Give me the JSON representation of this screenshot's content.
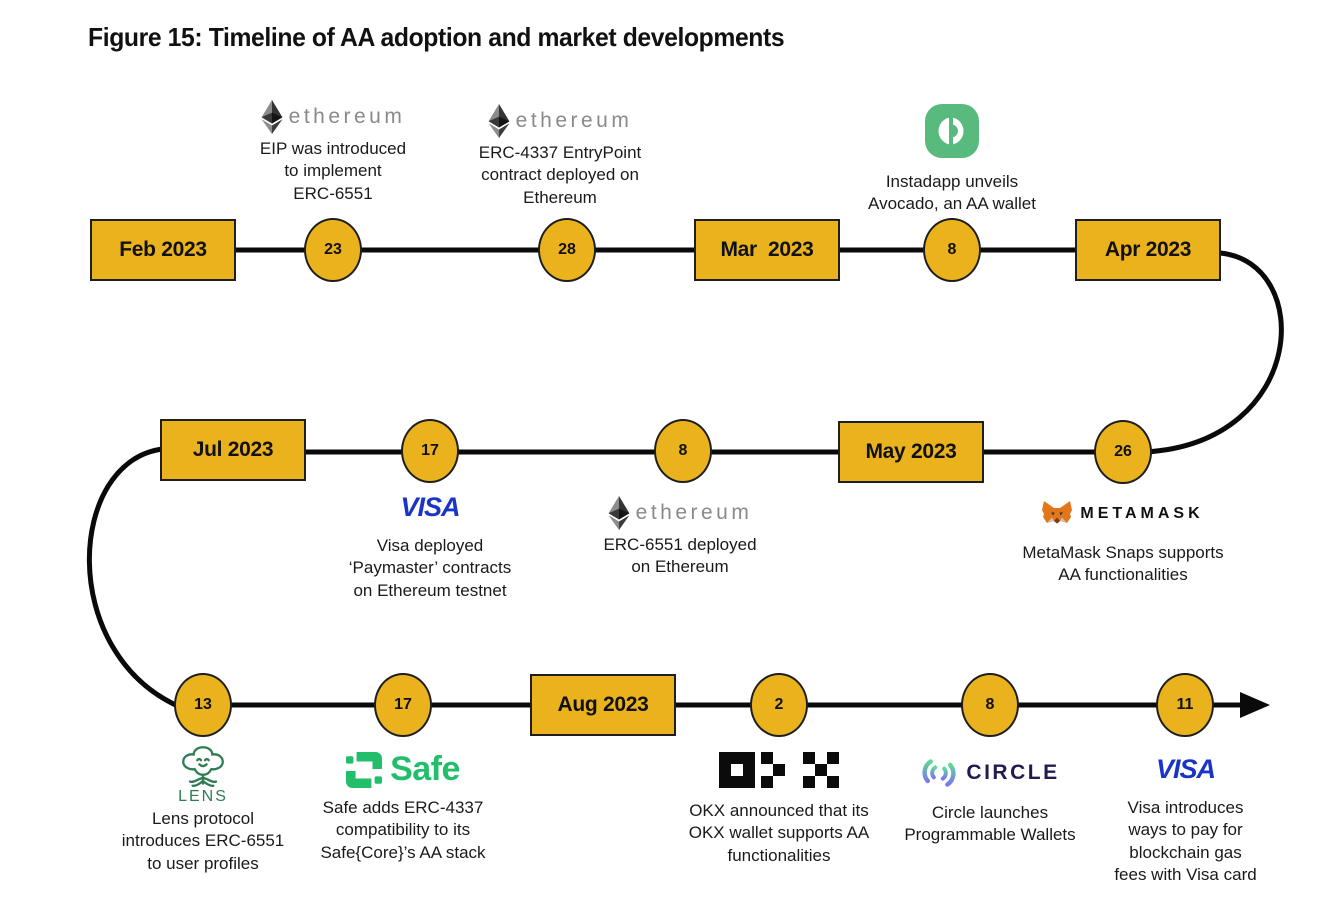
{
  "figure": {
    "title": "Figure 15: Timeline of AA adoption and market developments"
  },
  "palette": {
    "node_fill": "#EAB31E",
    "node_border": "#1E1E1E",
    "line": "#0A0A0A",
    "ethereum_gray": "#8A8A8A",
    "visa_blue": "#1B34C8",
    "metamask_orange": "#E2761B",
    "instadapp_green": "#59BA7D",
    "safe_green": "#23BE6B",
    "lens_green": "#2E7D52",
    "okx_black": "#0B0B0B",
    "circle_navy": "#201B50"
  },
  "months": {
    "feb": {
      "label": "Feb 2023"
    },
    "mar": {
      "label": "Mar  2023"
    },
    "apr": {
      "label": "Apr 2023"
    },
    "may": {
      "label": "May 2023"
    },
    "jul": {
      "label": "Jul 2023"
    },
    "aug": {
      "label": "Aug 2023"
    }
  },
  "days": {
    "feb_23": "23",
    "feb_28": "28",
    "mar_8": "8",
    "apr_26": "26",
    "may_8": "8",
    "may_17": "17",
    "jul_13": "13",
    "jul_17": "17",
    "aug_2": "2",
    "aug_8": "8",
    "aug_11": "11"
  },
  "logos": {
    "ethereum": {
      "wordmark": "ethereum"
    },
    "metamask": {
      "wordmark": "METAMASK"
    },
    "visa": {
      "wordmark": "VISA"
    },
    "safe": {
      "wordmark": "Safe"
    },
    "lens": {
      "wordmark": "LENS"
    },
    "circle": {
      "wordmark": "CIRCLE"
    }
  },
  "events": {
    "eip_6551": {
      "caption": "EIP was introduced\nto implement\nERC-6551"
    },
    "entrypoint": {
      "caption": "ERC-4337 EntryPoint\ncontract deployed on\nEthereum"
    },
    "instadapp": {
      "caption": "Instadapp unveils\nAvocado, an AA wallet"
    },
    "visa_paymaster": {
      "caption": "Visa deployed\n‘Paymaster’ contracts\non Ethereum testnet"
    },
    "erc6551_deployed": {
      "caption": "ERC-6551 deployed\non Ethereum"
    },
    "metamask_snaps": {
      "caption": "MetaMask Snaps supports\nAA functionalities"
    },
    "lens_protocol": {
      "caption": "Lens protocol\nintroduces ERC-6551\nto user profiles"
    },
    "safe_erc4337": {
      "caption": "Safe adds ERC-4337\ncompatibility to its\nSafe{Core}’s AA stack"
    },
    "okx_wallet": {
      "caption": "OKX announced that its\nOKX wallet supports AA\nfunctionalities"
    },
    "circle_wallets": {
      "caption": "Circle launches\nProgrammable Wallets"
    },
    "visa_gas": {
      "caption": "Visa introduces\nways to pay for\nblockchain gas\nfees with Visa card"
    }
  }
}
